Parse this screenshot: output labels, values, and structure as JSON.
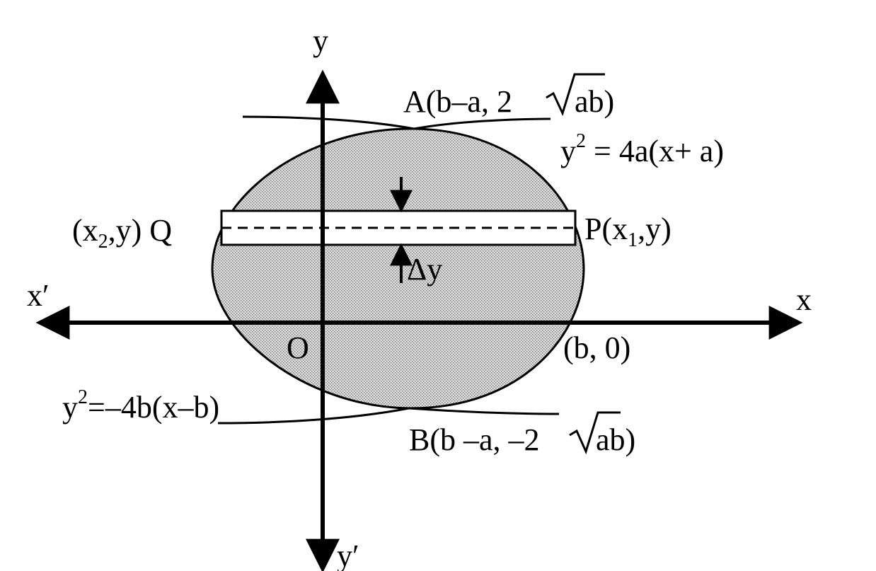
{
  "axes": {
    "x": "x",
    "x_neg": "x′",
    "y": "y",
    "y_neg": "y′",
    "origin": "O"
  },
  "points": {
    "A": {
      "prefix": "A(b–a, 2",
      "radicand": "ab",
      "suffix": ")"
    },
    "B": {
      "prefix": "B(b –a, –2",
      "radicand": "ab",
      "suffix": ")"
    },
    "P": {
      "pre": "P(x",
      "sub": "1",
      "post": ",y)"
    },
    "Q": {
      "pre": "(x",
      "sub": "2",
      "post": ",y) Q"
    },
    "b0": "(b, 0)"
  },
  "curves": {
    "upper": {
      "base": "y",
      "exp": "2",
      "rest": " = 4a(x+ a)"
    },
    "lower": {
      "base": "y",
      "exp": "2",
      "rest": "=–4b(x–b)"
    }
  },
  "strip": {
    "label": "Δy"
  },
  "colors": {
    "shade": "#c8c8c8",
    "ink": "#000000"
  }
}
